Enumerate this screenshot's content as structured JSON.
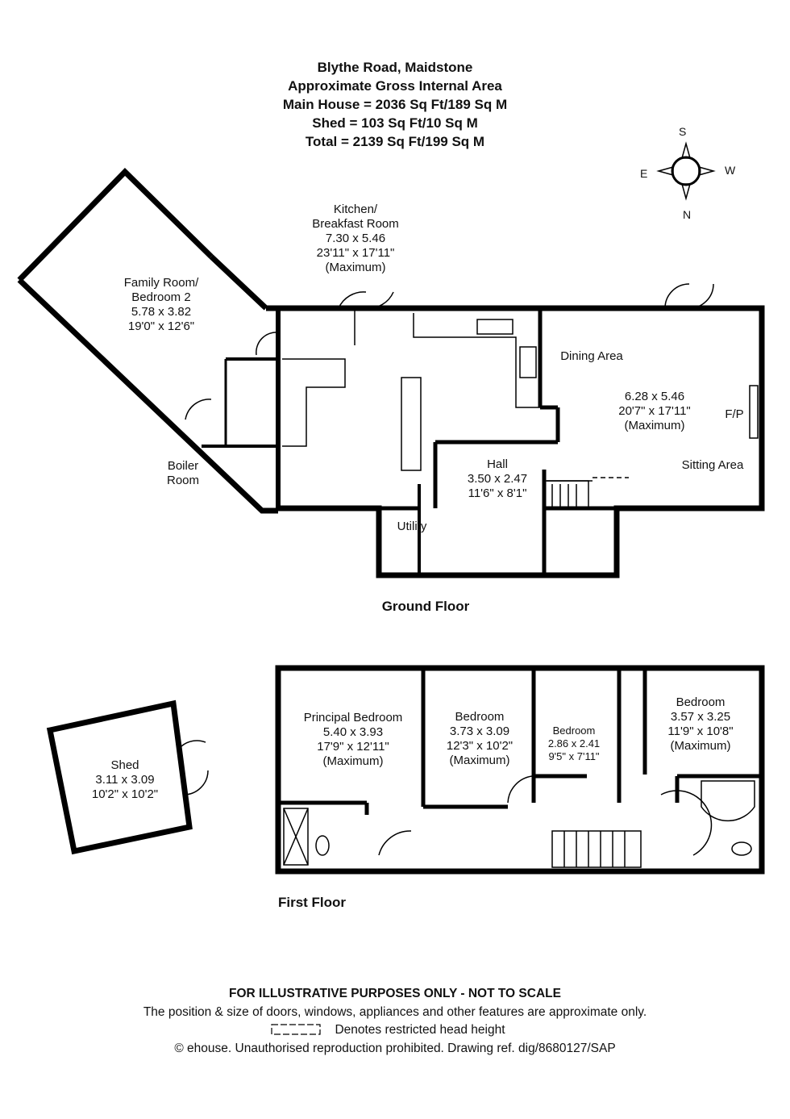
{
  "header": {
    "title": "Blythe Road, Maidstone",
    "area_heading": "Approximate Gross Internal Area",
    "main_house": "Main House = 2036 Sq Ft/189 Sq M",
    "shed": "Shed = 103 Sq Ft/10 Sq M",
    "total": "Total = 2139 Sq Ft/199 Sq M"
  },
  "compass": {
    "s": "S",
    "e": "E",
    "w": "W",
    "n": "N"
  },
  "ground_floor": {
    "label": "Ground Floor",
    "family_room": {
      "name1": "Family Room/",
      "name2": "Bedroom 2",
      "metric": "5.78 x 3.82",
      "imperial": "19'0\" x 12'6\""
    },
    "kitchen": {
      "name1": "Kitchen/",
      "name2": "Breakfast Room",
      "metric": "7.30 x 5.46",
      "imperial": "23'11\" x 17'11\"",
      "note": "(Maximum)"
    },
    "dining": {
      "name": "Dining Area"
    },
    "sitting": {
      "metric": "6.28 x 5.46",
      "imperial": "20'7\" x 17'11\"",
      "note": "(Maximum)",
      "fireplace": "F/P",
      "name": "Sitting Area"
    },
    "hall": {
      "name": "Hall",
      "metric": "3.50 x 2.47",
      "imperial": "11'6\" x 8'1\""
    },
    "boiler": {
      "name1": "Boiler",
      "name2": "Room"
    },
    "utility": {
      "name": "Utility"
    }
  },
  "first_floor": {
    "label": "First Floor",
    "principal": {
      "name": "Principal Bedroom",
      "metric": "5.40 x 3.93",
      "imperial": "17'9\" x 12'11\"",
      "note": "(Maximum)"
    },
    "bedroom_a": {
      "name": "Bedroom",
      "metric": "3.73 x 3.09",
      "imperial": "12'3\" x 10'2\"",
      "note": "(Maximum)"
    },
    "bedroom_b": {
      "name": "Bedroom",
      "metric": "2.86 x 2.41",
      "imperial": "9'5\" x 7'11\""
    },
    "bedroom_c": {
      "name": "Bedroom",
      "metric": "3.57 x 3.25",
      "imperial": "11'9\" x 10'8\"",
      "note": "(Maximum)"
    }
  },
  "shed_room": {
    "name": "Shed",
    "metric": "3.11 x 3.09",
    "imperial": "10'2\" x 10'2\""
  },
  "footer": {
    "disclaimer": "FOR ILLUSTRATIVE PURPOSES ONLY - NOT TO SCALE",
    "position_note": "The position & size of doors, windows, appliances and other features are approximate only.",
    "restricted": "Denotes restricted head height",
    "copyright": "© ehouse. Unauthorised reproduction prohibited. Drawing ref. dig/8680127/SAP"
  }
}
